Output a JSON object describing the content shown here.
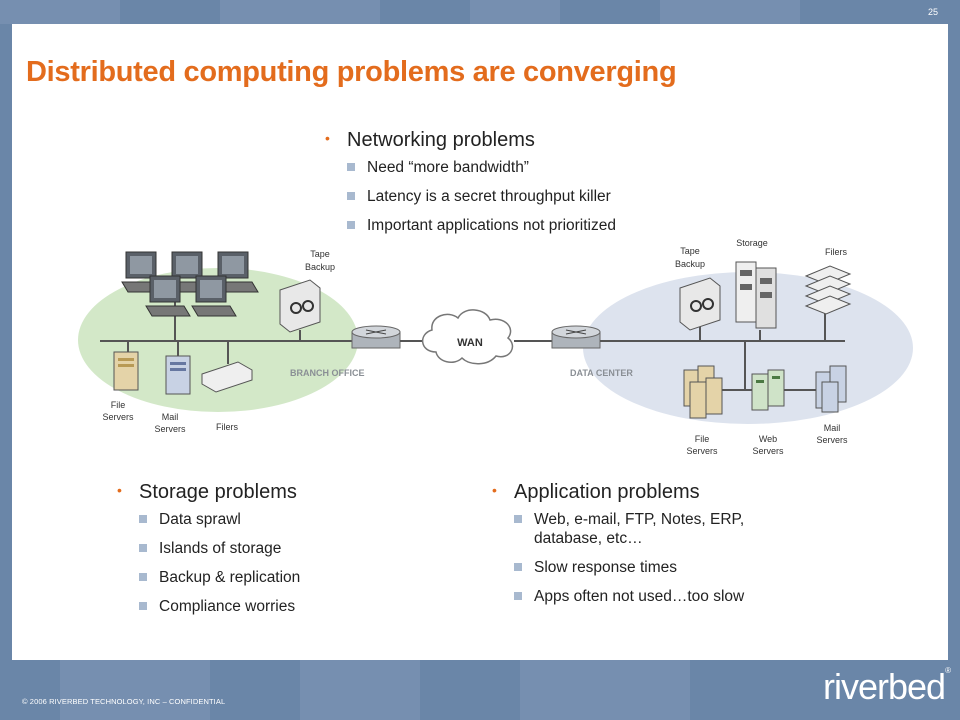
{
  "page_number": "25",
  "title": "Distributed computing problems are converging",
  "networking": {
    "heading": "Networking problems",
    "items": [
      "Need “more bandwidth”",
      "Latency is a secret throughput killer",
      "Important applications not prioritized"
    ]
  },
  "storage": {
    "heading": "Storage problems",
    "items": [
      "Data sprawl",
      "Islands of storage",
      "Backup & replication",
      "Compliance worries"
    ]
  },
  "application": {
    "heading": "Application problems",
    "items": [
      "Web, e-mail, FTP, Notes, ERP, database, etc…",
      "Slow response times",
      "Apps often not used…too slow"
    ]
  },
  "diagram": {
    "wan": "WAN",
    "branch_office": "BRANCH OFFICE",
    "data_center": "DATA CENTER",
    "branch": {
      "tape_backup_1": "Tape",
      "tape_backup_2": "Backup",
      "file_servers_1": "File",
      "file_servers_2": "Servers",
      "mail_servers_1": "Mail",
      "mail_servers_2": "Servers",
      "filers": "Filers"
    },
    "datacenter": {
      "tape_backup_1": "Tape",
      "tape_backup_2": "Backup",
      "storage": "Storage",
      "filers": "Filers",
      "file_servers_1": "File",
      "file_servers_2": "Servers",
      "web_servers_1": "Web",
      "web_servers_2": "Servers",
      "mail_servers_1": "Mail",
      "mail_servers_2": "Servers"
    }
  },
  "footer": {
    "copyright": "© 2006 RIVERBED TECHNOLOGY, INC – CONFIDENTIAL",
    "logo": "riverbed",
    "logo_tm": "®"
  },
  "colors": {
    "title": "#e36c1d",
    "background": "#6a86a8",
    "branch_zone": "#d3e8c8",
    "datacenter_zone": "#dde3ee"
  }
}
